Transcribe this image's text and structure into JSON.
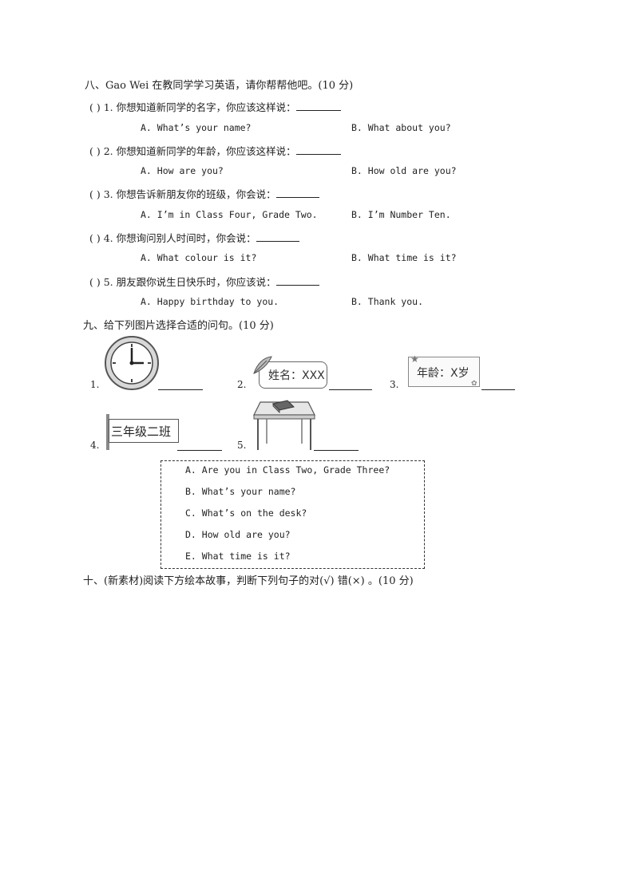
{
  "section8": {
    "title": "八、Gao Wei 在教同学学习英语，请你帮帮他吧。(10 分)",
    "questions": [
      {
        "paren": "(      )",
        "stem": "1. 你想知道新同学的名字，你应该这样说：",
        "a": "A. What’s your name?",
        "b": "B. What about you?"
      },
      {
        "paren": "(      )",
        "stem": "2. 你想知道新同学的年龄，你应该这样说：",
        "a": "A. How are you?",
        "b": "B. How old are you?"
      },
      {
        "paren": "(      )",
        "stem": "3. 你想告诉新朋友你的班级，你会说：",
        "a": "A. I’m in Class Four, Grade Two.",
        "b": "B. I’m Number Ten."
      },
      {
        "paren": "(      )",
        "stem": "4. 你想询问别人时间时，你会说：",
        "a": "A. What colour is it?",
        "b": "B. What time is it?"
      },
      {
        "paren": "(      )",
        "stem": "5. 朋友跟你说生日快乐时，你应该说：",
        "a": "A. Happy birthday to you.",
        "b": "B. Thank you."
      }
    ]
  },
  "section9": {
    "title": "九、给下列图片选择合适的问句。(10 分)",
    "pictures": [
      {
        "num": "1.",
        "icon": "clock-icon"
      },
      {
        "num": "2.",
        "icon": "name-card-icon",
        "text": "姓名：XXX"
      },
      {
        "num": "3.",
        "icon": "age-card-icon",
        "text": "年龄：X岁"
      },
      {
        "num": "4.",
        "icon": "class-sign-icon",
        "text": "三年级二班"
      },
      {
        "num": "5.",
        "icon": "desk-book-icon"
      }
    ],
    "choices": [
      "A. Are you in Class Two, Grade Three?",
      "B. What’s your name?",
      "C. What’s on the desk?",
      "D. How old are you?",
      "E. What time is it?"
    ]
  },
  "section10": {
    "title": "十、(新素材)阅读下方绘本故事，判断下列句子的对(√) 错(×) 。(10 分)"
  }
}
